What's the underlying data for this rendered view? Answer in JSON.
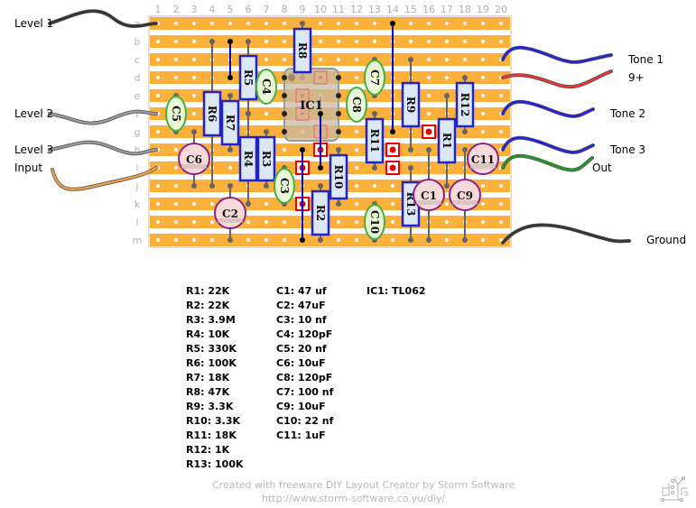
{
  "board": {
    "columns": [
      "1",
      "2",
      "3",
      "4",
      "5",
      "6",
      "7",
      "8",
      "9",
      "10",
      "11",
      "12",
      "13",
      "14",
      "15",
      "16",
      "17",
      "18",
      "19",
      "20"
    ],
    "rows": [
      "a",
      "b",
      "c",
      "d",
      "e",
      "f",
      "g",
      "h",
      "i",
      "j",
      "k",
      "l",
      "m"
    ],
    "colors": {
      "strip": "#fbb03b",
      "gap": "#ffffff",
      "board_edge": "#c0c0c0",
      "hole": "#ffffff",
      "label": "#b0b0b0",
      "lead": "#666666",
      "jumper": "#0000cc",
      "resistor_body": "#dbe7f3",
      "resistor_border": "#2222cc",
      "film_cap_fill": "#eaf7d6",
      "film_cap_border": "#44b044",
      "elec_cap_fill": "#f7d9d9",
      "elec_cap_border": "#882288",
      "cut_border": "#ee0000",
      "cut_fill": "#ee0000",
      "ic_fill": "#c8b8a0",
      "ic_border": "#999999"
    }
  },
  "components": {
    "resistors": [
      {
        "id": "R1",
        "col": 17,
        "from": "e",
        "to": "j",
        "label": "R1"
      },
      {
        "id": "R2",
        "col": 10,
        "from": "j",
        "to": "m",
        "label": "R2"
      },
      {
        "id": "R3",
        "col": 7,
        "from": "g",
        "to": "j",
        "label": "R3"
      },
      {
        "id": "R4",
        "col": 6,
        "from": "f",
        "to": "k",
        "label": "R4"
      },
      {
        "id": "R5",
        "col": 6,
        "from": "b",
        "to": "f",
        "label": "R5"
      },
      {
        "id": "R6",
        "col": 4,
        "from": "b",
        "to": "j",
        "label": "R6"
      },
      {
        "id": "R7",
        "col": 5,
        "from": "e",
        "to": "h",
        "label": "R7"
      },
      {
        "id": "R8",
        "col": 9,
        "from": "a",
        "to": "d",
        "label": "R8"
      },
      {
        "id": "R9",
        "col": 15,
        "from": "c",
        "to": "h",
        "label": "R9"
      },
      {
        "id": "R10",
        "col": 11,
        "from": "h",
        "to": "k",
        "label": "R10"
      },
      {
        "id": "R11",
        "col": 13,
        "from": "f",
        "to": "i",
        "label": "R11"
      },
      {
        "id": "R12",
        "col": 18,
        "from": "d",
        "to": "g",
        "label": "R12"
      },
      {
        "id": "R13",
        "col": 15,
        "from": "i",
        "to": "m",
        "label": "R13"
      }
    ],
    "film_caps": [
      {
        "id": "C3",
        "col": 8,
        "from": "i",
        "to": "k",
        "label": "C3"
      },
      {
        "id": "C4",
        "col": 7,
        "from": "d",
        "to": "e",
        "label": "C4"
      },
      {
        "id": "C5",
        "col": 2,
        "from": "e",
        "to": "g",
        "label": "C5"
      },
      {
        "id": "C7",
        "col": 13,
        "from": "c",
        "to": "e",
        "label": "C7"
      },
      {
        "id": "C8",
        "col": 12,
        "from": "e",
        "to": "f",
        "label": "C8"
      },
      {
        "id": "C10",
        "col": 13,
        "from": "k",
        "to": "m",
        "label": "C10"
      }
    ],
    "elec_caps": [
      {
        "id": "C1",
        "col": 16,
        "from": "h",
        "to": "m",
        "label": "C1"
      },
      {
        "id": "C2",
        "col": 5,
        "from": "j",
        "to": "m",
        "label": "C2"
      },
      {
        "id": "C6",
        "col": 3,
        "from": "g",
        "to": "j",
        "label": "C6"
      },
      {
        "id": "C9",
        "col": 18,
        "from": "h",
        "to": "m",
        "label": "C9"
      },
      {
        "id": "C11",
        "col": 19,
        "from": "h",
        "to": "i",
        "label": "C11"
      }
    ],
    "jumpers": [
      {
        "col": 5,
        "from": "b",
        "to": "d"
      },
      {
        "col": 14,
        "from": "a",
        "to": "g"
      },
      {
        "col": 9,
        "from": "h",
        "to": "m"
      },
      {
        "col": 10,
        "from": "f",
        "to": "i"
      }
    ],
    "cuts": [
      {
        "col": 10,
        "row": "h"
      },
      {
        "col": 9,
        "row": "i"
      },
      {
        "col": 9,
        "row": "k"
      },
      {
        "col": 14,
        "row": "h"
      },
      {
        "col": 14,
        "row": "i"
      },
      {
        "col": 16,
        "row": "g"
      }
    ],
    "ic": {
      "id": "IC1",
      "label": "IC1",
      "col_from": 8,
      "col_to": 11,
      "row_from": "d",
      "row_to": "g"
    }
  },
  "wires": {
    "left": [
      {
        "label": "Level 1",
        "row": "a",
        "color": "#333333"
      },
      {
        "label": "Level 2",
        "row": "f",
        "color": "#999999"
      },
      {
        "label": "Level 3",
        "row": "h",
        "color": "#999999"
      },
      {
        "label": "Input",
        "row": "i",
        "color": "#f5a040"
      }
    ],
    "right": [
      {
        "label": "Tone 1",
        "row": "c",
        "color": "#2222dd"
      },
      {
        "label": "9+",
        "row": "d",
        "color": "#ee3333"
      },
      {
        "label": "Tone 2",
        "row": "f",
        "color": "#2222dd"
      },
      {
        "label": "Tone 3",
        "row": "h",
        "color": "#2222dd"
      },
      {
        "label": "Out",
        "row": "i",
        "color": "#229922"
      },
      {
        "label": "Ground",
        "row": "m",
        "color": "#333333"
      }
    ]
  },
  "bom": {
    "resistors": [
      "R1: 22K",
      "R2: 22K",
      "R3: 3.9M",
      "R4: 10K",
      "R5: 330K",
      "R6: 100K",
      "R7: 18K",
      "R8: 47K",
      "R9: 3.3K",
      "R10: 3.3K",
      "R11: 18K",
      "R12: 1K",
      "R13: 100K"
    ],
    "capacitors": [
      "C1: 47 uf",
      "C2: 47uF",
      "C3: 10 nf",
      "C4: 120pF",
      "C5: 20 nf",
      "C6: 10uF",
      "C8: 120pF",
      "C7: 100 nf",
      "C9: 10uF",
      "C10: 22 nf",
      "C11: 1uF"
    ],
    "ics": [
      "IC1: TL062"
    ]
  },
  "credit": {
    "line1": "Created with freeware DIY Layout Creator by Storm Software",
    "line2": "http://www.storm-software.co.yu/diy/"
  },
  "logo": {
    "icon": "diy-logo-icon"
  }
}
